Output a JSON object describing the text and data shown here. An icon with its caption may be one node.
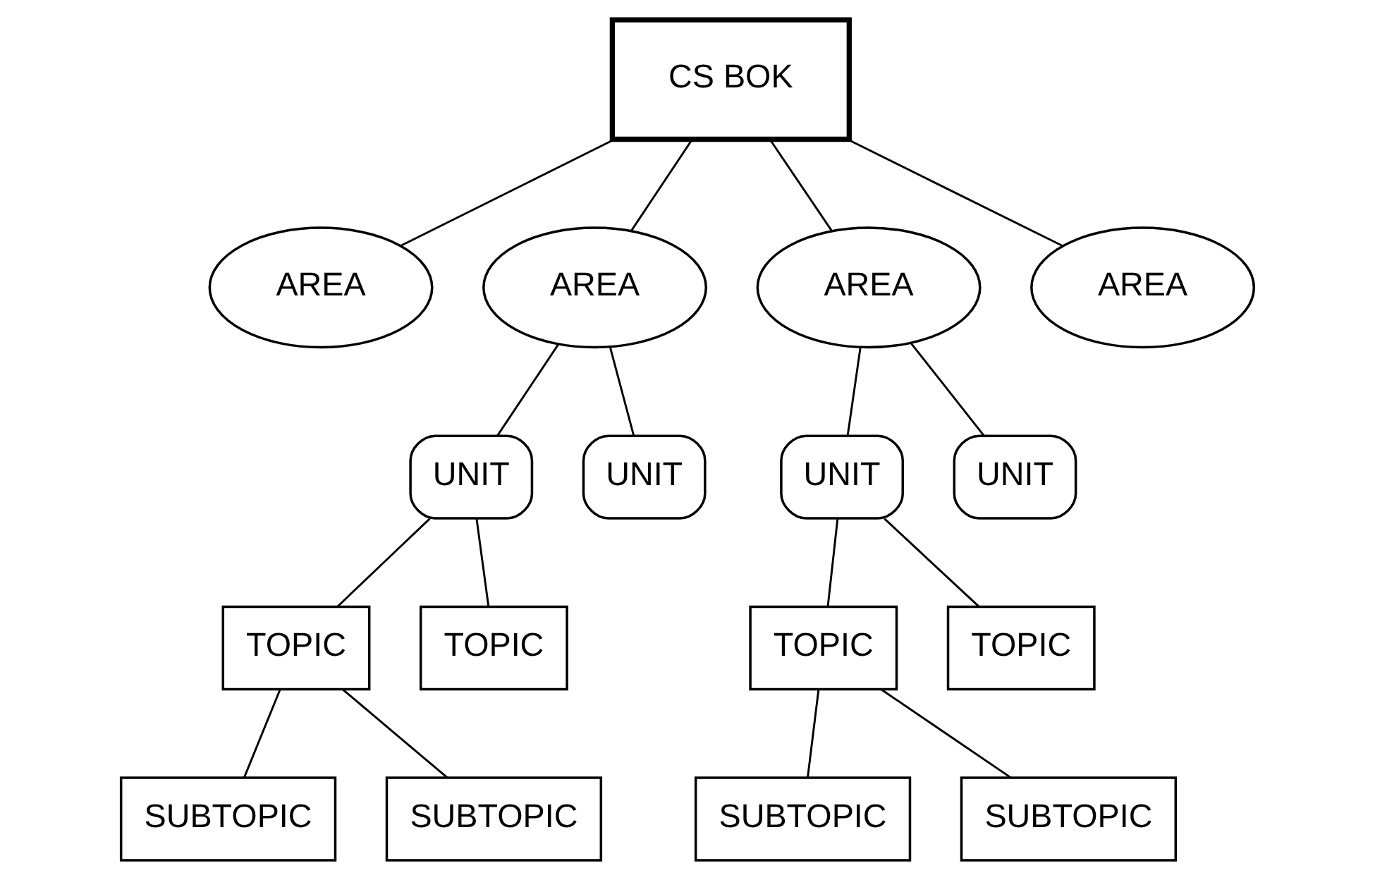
{
  "diagram": {
    "nodes": [
      {
        "text": [
          "CS BOK"
        ]
      },
      {
        "text": [
          "AREA"
        ]
      },
      {
        "text": [
          "AREA"
        ]
      },
      {
        "text": [
          "AREA"
        ]
      },
      {
        "text": [
          "AREA"
        ]
      },
      {
        "text": [
          "UNIT"
        ]
      },
      {
        "text": [
          "UNIT"
        ]
      },
      {
        "text": [
          "UNIT"
        ]
      },
      {
        "text": [
          "UNIT"
        ]
      },
      {
        "text": [
          "TOPIC"
        ]
      },
      {
        "text": [
          "TOPIC"
        ]
      },
      {
        "text": [
          "TOPIC"
        ]
      },
      {
        "text": [
          "TOPIC"
        ]
      },
      {
        "text": [
          "SUBTOPIC"
        ]
      },
      {
        "text": [
          "SUBTOPIC"
        ]
      },
      {
        "text": [
          "SUBTOPIC"
        ]
      },
      {
        "text": [
          "SUBTOPIC"
        ]
      }
    ],
    "edges": [
      {
        "from": 0,
        "to": 1,
        "arrow": "none"
      },
      {
        "from": 0,
        "to": 2,
        "arrow": "none"
      },
      {
        "from": 0,
        "to": 3,
        "arrow": "none"
      },
      {
        "from": 0,
        "to": 4,
        "arrow": "none"
      },
      {
        "from": 2,
        "to": 5,
        "arrow": "none"
      },
      {
        "from": 2,
        "to": 6,
        "arrow": "none"
      },
      {
        "from": 3,
        "to": 7,
        "arrow": "none"
      },
      {
        "from": 3,
        "to": 8,
        "arrow": "none"
      },
      {
        "from": 5,
        "to": 9,
        "arrow": "none"
      },
      {
        "from": 5,
        "to": 10,
        "arrow": "none"
      },
      {
        "from": 7,
        "to": 11,
        "arrow": "none"
      },
      {
        "from": 7,
        "to": 12,
        "arrow": "none"
      },
      {
        "from": 9,
        "to": 13,
        "arrow": "none"
      },
      {
        "from": 9,
        "to": 14,
        "arrow": "none"
      },
      {
        "from": 11,
        "to": 15,
        "arrow": "none"
      },
      {
        "from": 11,
        "to": 16,
        "arrow": "none"
      }
    ]
  }
}
